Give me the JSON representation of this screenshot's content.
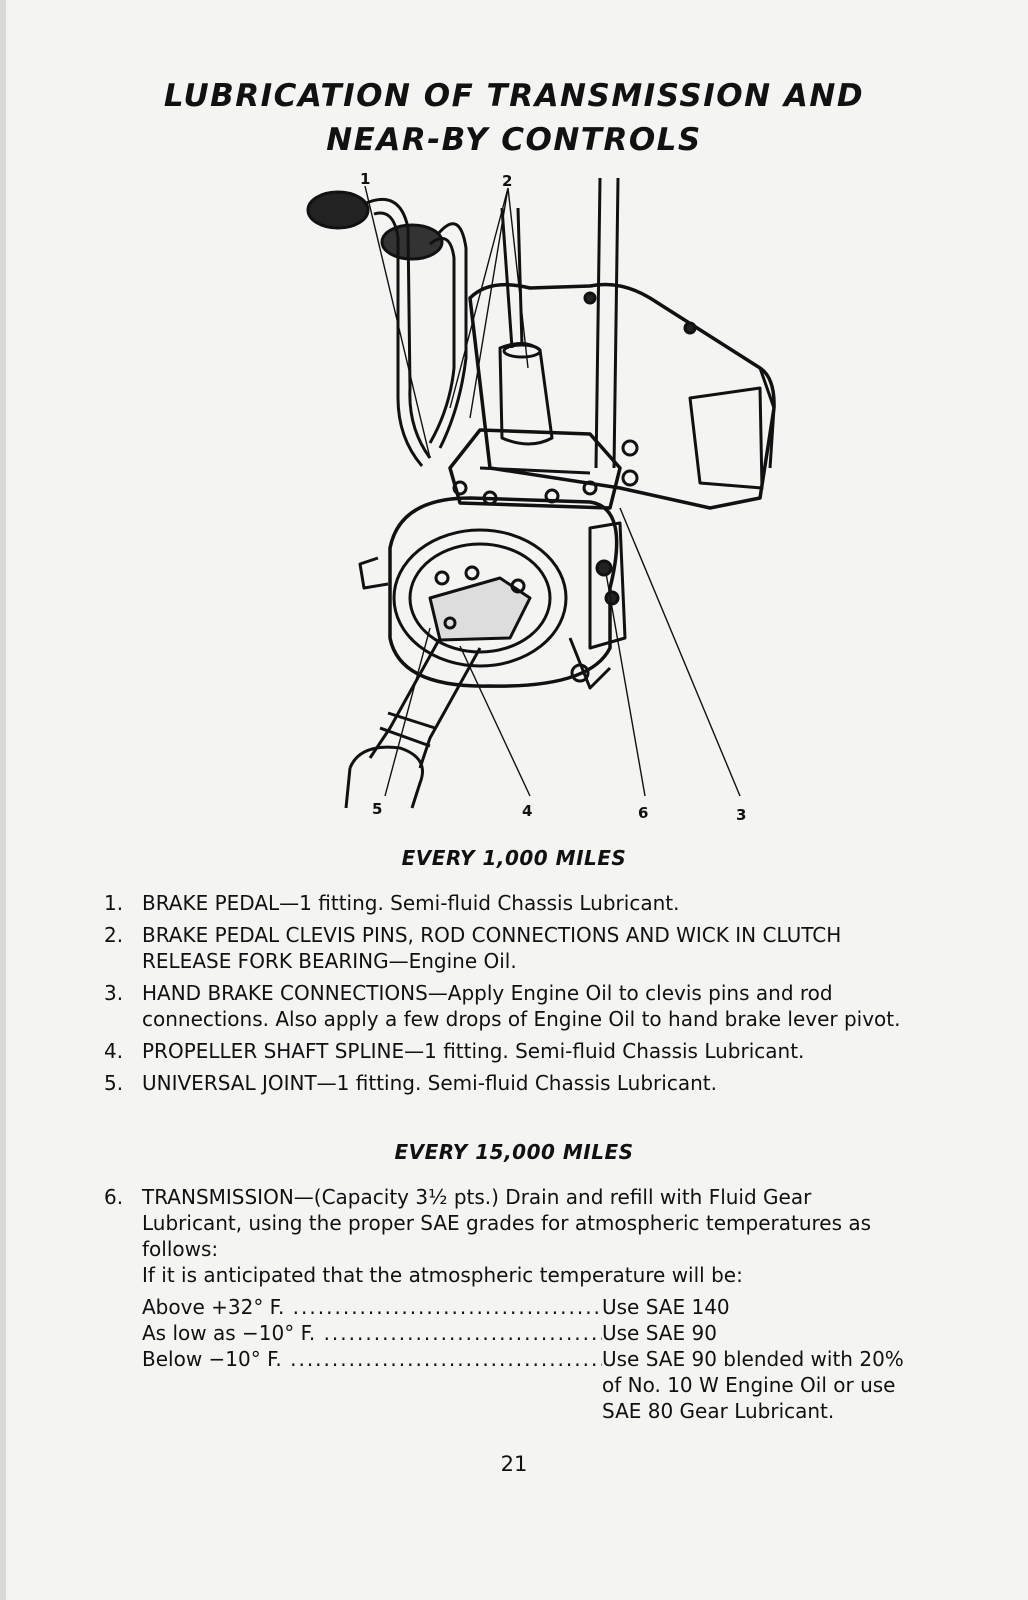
{
  "title": {
    "line1": "LUBRICATION OF TRANSMISSION AND",
    "line2": "NEAR-BY CONTROLS"
  },
  "figure": {
    "callouts": [
      "1",
      "2",
      "5",
      "4",
      "6",
      "3"
    ]
  },
  "section1": {
    "heading": "EVERY 1,000 MILES",
    "items": [
      {
        "num": "1.",
        "text": "BRAKE PEDAL—1 fitting. Semi-fluid Chassis Lubricant."
      },
      {
        "num": "2.",
        "line1": "BRAKE PEDAL CLEVIS PINS, ROD CONNECTIONS AND WICK IN CLUTCH",
        "line2": "RELEASE FORK BEARING—Engine Oil."
      },
      {
        "num": "3.",
        "line1": "HAND BRAKE CONNECTIONS—Apply Engine Oil to clevis pins and rod",
        "line2": "connections. Also apply a few drops of Engine Oil to hand brake lever pivot."
      },
      {
        "num": "4.",
        "text": "PROPELLER SHAFT SPLINE—1 fitting. Semi-fluid Chassis Lubricant."
      },
      {
        "num": "5.",
        "text": "UNIVERSAL JOINT—1 fitting. Semi-fluid Chassis Lubricant."
      }
    ]
  },
  "section2": {
    "heading": "EVERY 15,000 MILES",
    "item": {
      "num": "6.",
      "line1": "TRANSMISSION—(Capacity 3½ pts.) Drain and refill with Fluid Gear",
      "line2": "Lubricant, using the proper SAE grades for atmospheric temperatures as",
      "line3": "follows:",
      "intro": "If it is anticipated that the atmospheric temperature will be:"
    },
    "temps": [
      {
        "condition": "Above +32° F.",
        "grade": "Use SAE 140"
      },
      {
        "condition": "As low as −10° F.",
        "grade": "Use SAE 90"
      },
      {
        "condition": "Below −10° F.",
        "grade": "Use SAE 90 blended with 20%",
        "extra1": "of No. 10 W Engine Oil or use",
        "extra2": "SAE 80 Gear Lubricant."
      }
    ]
  },
  "page_number": "21"
}
